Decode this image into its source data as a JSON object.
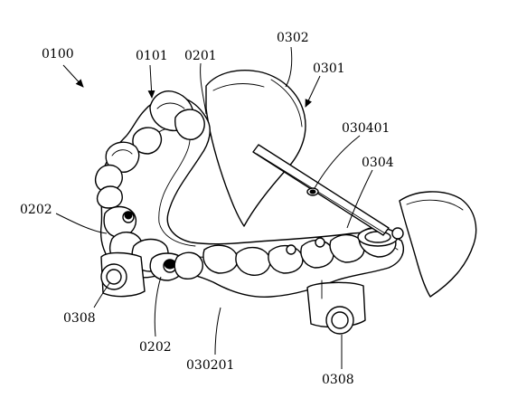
{
  "labels": {
    "assembly": "0100",
    "tooth_ref": "0101",
    "arch_top": "0201",
    "arch_left": "0202",
    "arch_bottom": "0202",
    "base_top": "0302",
    "base_pointer": "0301",
    "rod_hole": "030401",
    "rod": "0304",
    "post_left": "0308",
    "post_right": "0308",
    "base_bottom": "030201"
  }
}
